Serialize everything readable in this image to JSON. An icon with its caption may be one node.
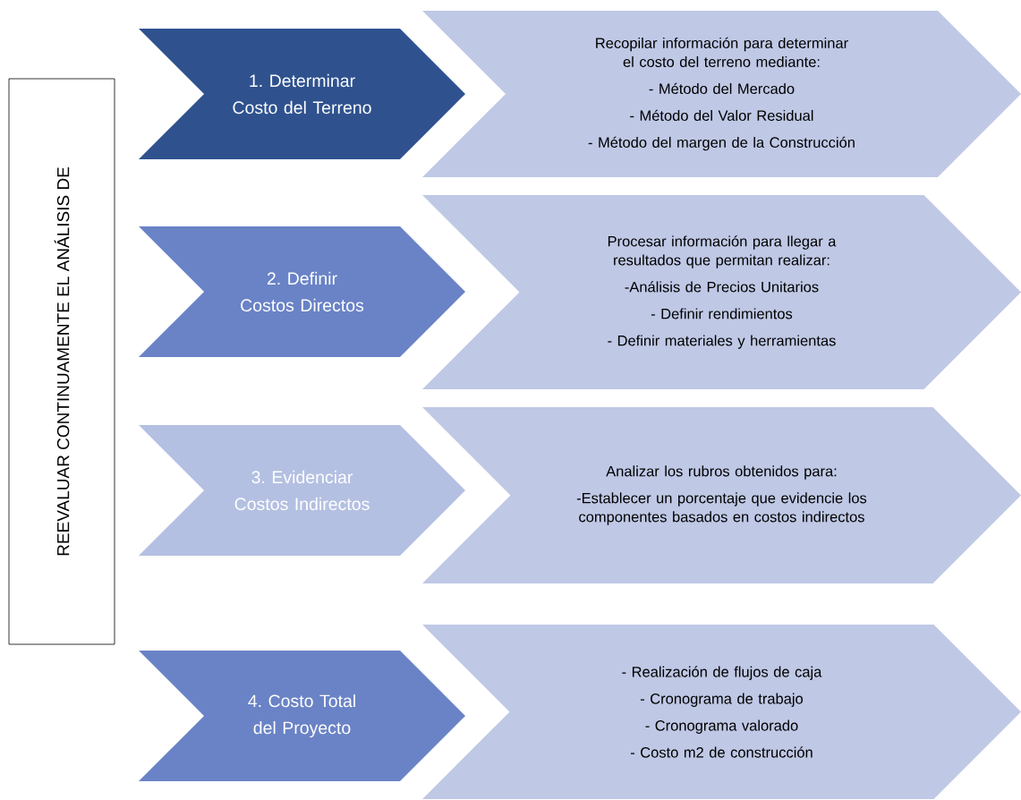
{
  "diagram": {
    "nodes": [
      {
        "text": [
          "REEVALUAR CONTINUAMENTE EL ANÁLISIS DE"
        ]
      },
      {
        "text": [
          "1. Determinar Costo del Terreno"
        ]
      },
      {
        "text": [
          "Recopilar información para determinar el costo del terreno mediante:",
          "- Método del Mercado",
          "- Método del Valor Residual",
          "- Método del margen de la Construcción"
        ]
      },
      {
        "text": [
          "2. Definir Costos Directos"
        ]
      },
      {
        "text": [
          "Procesar información para llegar a resultados que permitan realizar:",
          "-Análisis de Precios Unitarios",
          "- Definir rendimientos",
          "- Definir materiales y herramientas"
        ]
      },
      {
        "text": [
          "3. Evidenciar Costos Indirectos"
        ]
      },
      {
        "text": [
          "Analizar los rubros obtenidos para:",
          "-Establecer un porcentaje que evidencie los componentes basados en costos indirectos"
        ]
      },
      {
        "text": [
          "4. Costo Total del Proyecto"
        ]
      },
      {
        "text": [
          "- Realización de flujos de caja",
          "- Cronograma de trabajo",
          "- Cronograma valorado",
          "- Costo m2 de construcción"
        ]
      }
    ]
  }
}
